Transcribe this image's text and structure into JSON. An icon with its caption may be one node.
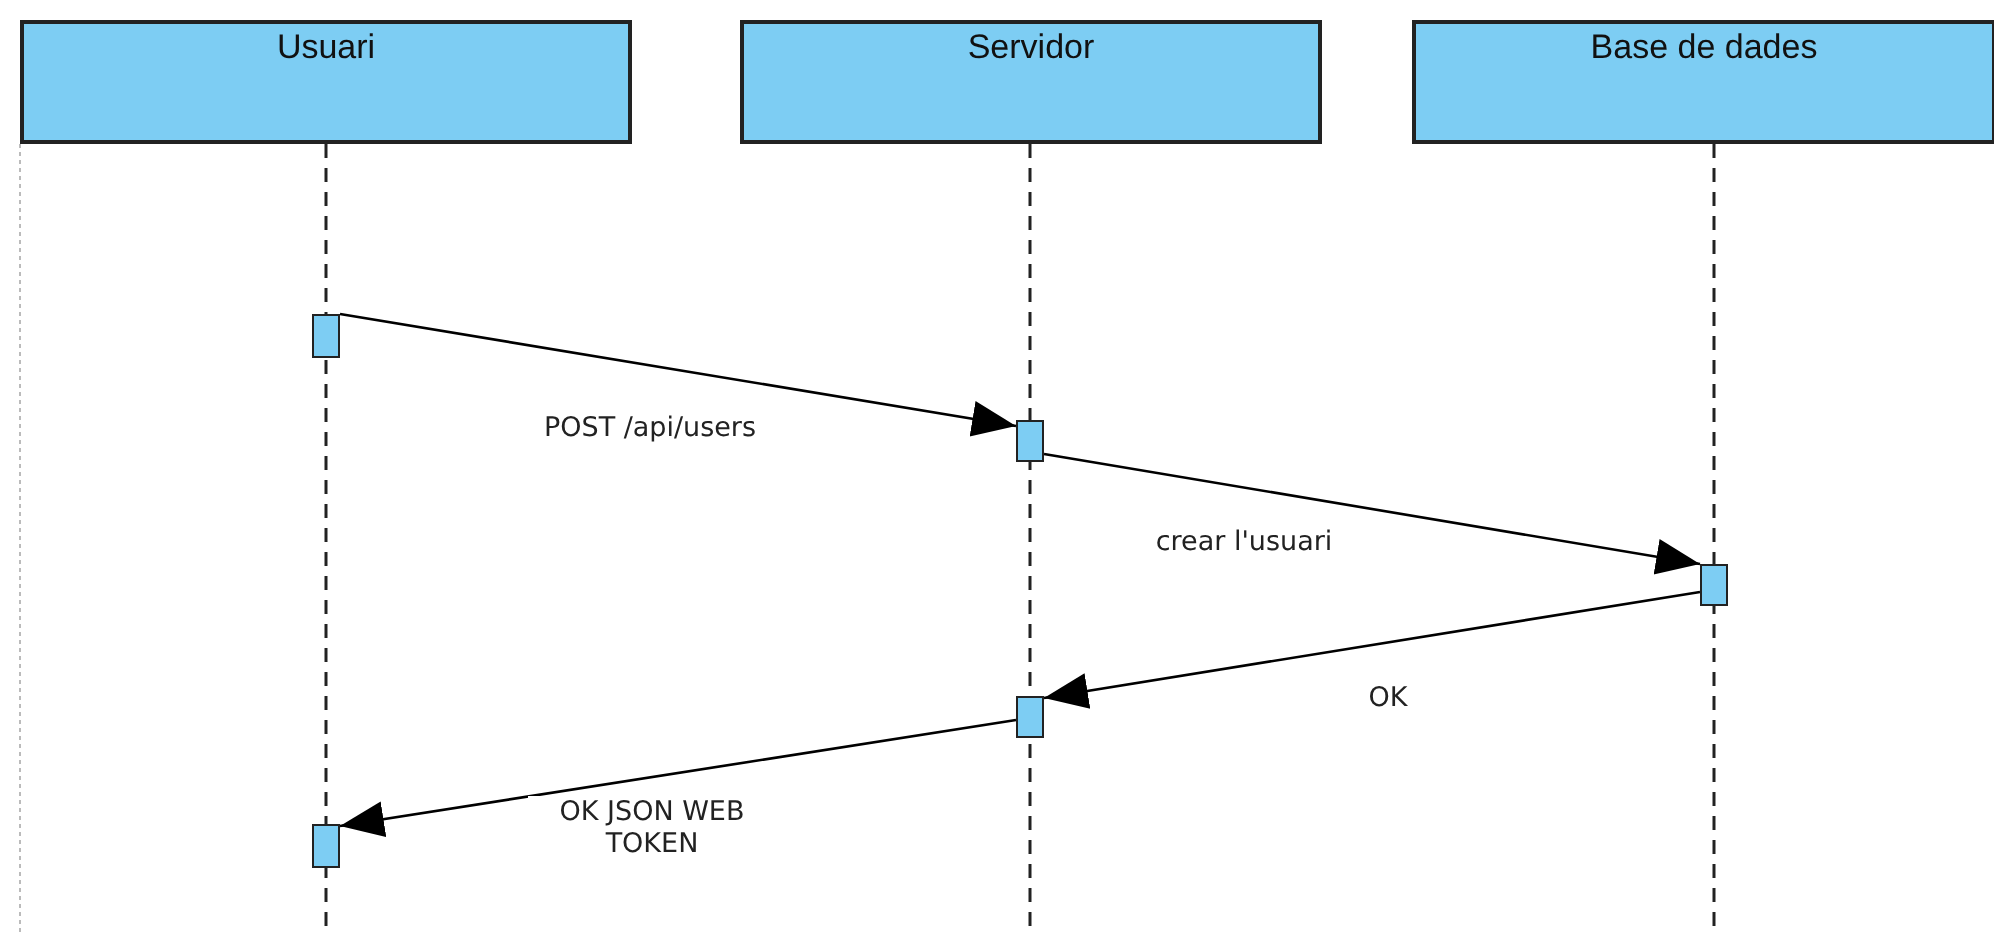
{
  "diagram": {
    "nodes": [
      {
        "text": [
          "Usuari"
        ]
      },
      {
        "text": [
          "Servidor"
        ]
      },
      {
        "text": [
          "Base de dades"
        ]
      },
      {
        "text": [],
        "shape": "bar"
      },
      {
        "text": [],
        "shape": "bar"
      },
      {
        "text": [],
        "shape": "bar"
      },
      {
        "text": [],
        "shape": "bar"
      },
      {
        "text": [],
        "shape": "bar"
      }
    ],
    "edges": [
      {
        "from": 3,
        "to": 4,
        "arrow": "to",
        "label": "POST /api/users"
      },
      {
        "from": 4,
        "to": 5,
        "arrow": "to",
        "label": "crear l'usuari"
      },
      {
        "from": 5,
        "to": 6,
        "arrow": "to",
        "label": "OK"
      },
      {
        "from": 6,
        "to": 7,
        "arrow": "to",
        "label": "OK JSON WEB TOKEN"
      }
    ]
  }
}
